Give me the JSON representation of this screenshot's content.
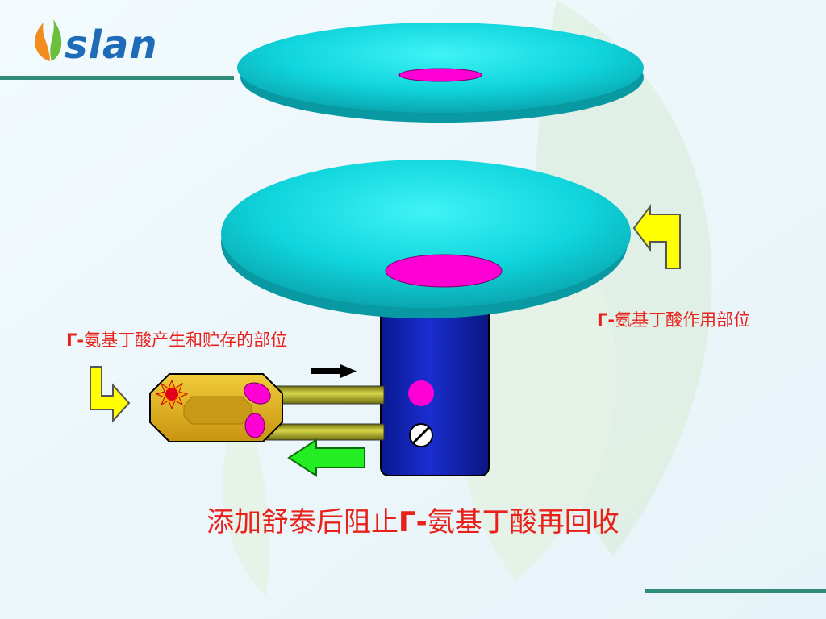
{
  "brand": {
    "name": "slan",
    "color": "#1e6bb8"
  },
  "labels": {
    "release_site": {
      "gamma": "Γ-",
      "text": "氨基丁酸产生和贮存的部位"
    },
    "action_site": {
      "gamma": "Γ-",
      "text": "氨基丁酸作用部位"
    }
  },
  "caption": {
    "prefix": "添加舒泰后阻止",
    "gamma": "Γ-",
    "suffix": "氨基丁酸再回收"
  },
  "icons": {
    "block_symbol": "no-entry-icon",
    "arrow_release": "right-arrow-icon",
    "arrow_reuptake": "left-arrow-icon",
    "arrow_left_callout": "bent-arrow-down-right-icon",
    "arrow_right_callout": "bent-arrow-up-left-icon",
    "burst": "star-burst-icon"
  },
  "colors": {
    "text_red": "#e8211b",
    "disc": "#10d8df",
    "disc_dark": "#078a93",
    "receptor_pink": "#ff00d4",
    "stem_blue": "#1020b8",
    "vesicle_gold": "#e3b21e",
    "arrow_yellow": "#ffff00",
    "arrow_green": "#22ee22",
    "line_green": "#2e8c78"
  }
}
